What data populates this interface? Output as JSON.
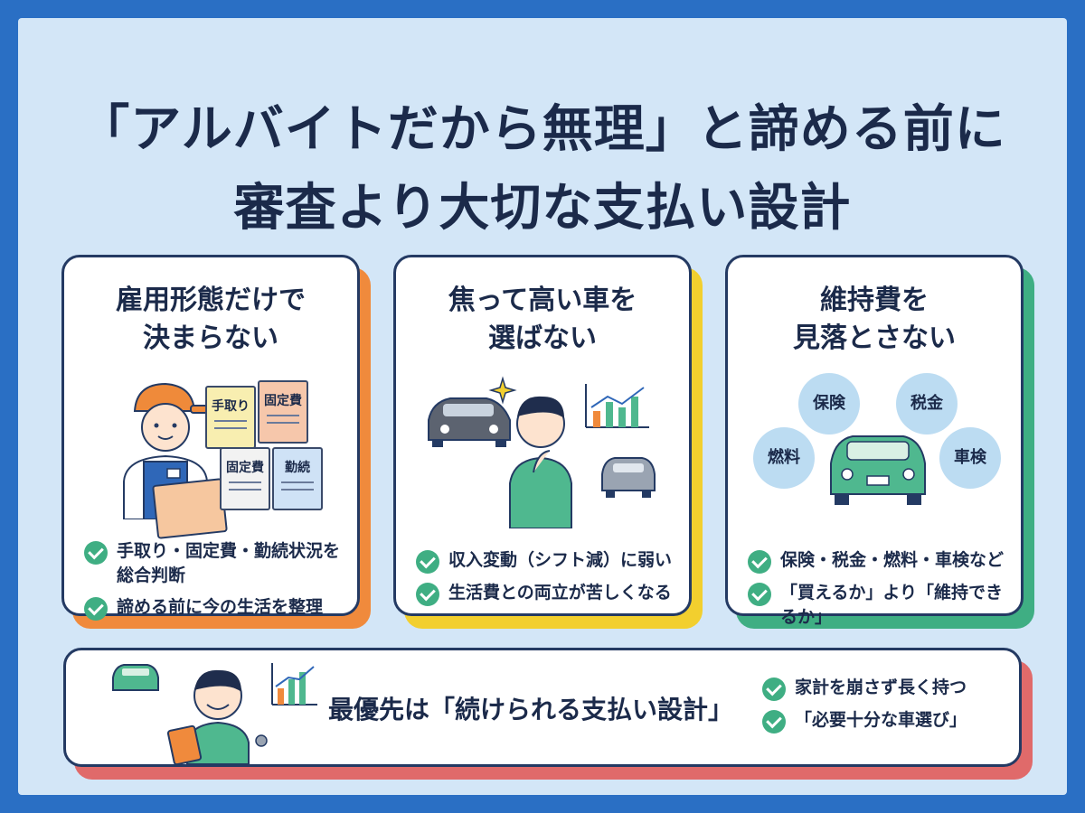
{
  "title": {
    "line1": "「アルバイトだから無理」と諦める前に",
    "line2": "審査より大切な支払い設計"
  },
  "cards": [
    {
      "title_line1": "雇用形態だけで",
      "title_line2": "決まらない",
      "accent": "#f08a3c",
      "docs": [
        "手取り",
        "固定費",
        "固定費",
        "勤続"
      ],
      "checks": [
        "手取り・固定費・勤続状況を総合判断",
        "諦める前に今の生活を整理"
      ]
    },
    {
      "title_line1": "焦って高い車を",
      "title_line2": "選ばない",
      "accent": "#f2cf2e",
      "checks": [
        "収入変動（シフト減）に弱い",
        "生活費との両立が苦しくなる"
      ]
    },
    {
      "title_line1": "維持費を",
      "title_line2": "見落とさない",
      "accent": "#3fae83",
      "bubbles": [
        "保険",
        "税金",
        "燃料",
        "車検"
      ],
      "checks": [
        "保険・税金・燃料・車検など",
        "「買えるか」より「維持できるか」"
      ]
    }
  ],
  "bottom": {
    "accent": "#e06a6a",
    "headline": "最優先は「続けられる支払い設計」",
    "checks": [
      "家計を崩さず長く持つ",
      "「必要十分な車選び」"
    ]
  },
  "colors": {
    "background": "#d3e6f7",
    "border": "#2a6fc4",
    "navy": "#1b2a4a",
    "check_green": "#3fae83",
    "car_green": "#4fb88f"
  }
}
